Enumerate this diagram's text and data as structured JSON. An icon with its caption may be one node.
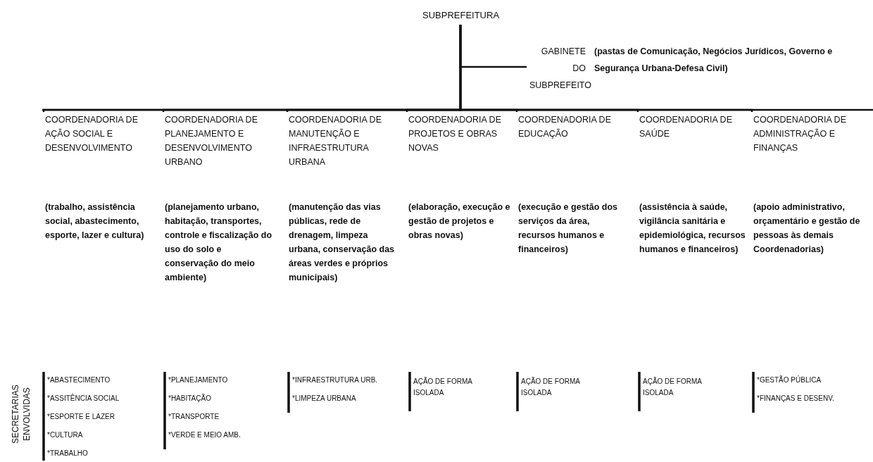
{
  "diagram": {
    "nodes": [
      {
        "text": [
          "SUBPREFEITURA"
        ]
      },
      {
        "text": [
          "GABINETE DO SUBPREFEITO",
          "(pastas de Comunicação, Negócios Jurídicos, Governo e Segurança Urbana-Defesa Civil)"
        ]
      },
      {
        "text": [
          "COORDENADORIA DE AÇÃO SOCIAL E DESENVOLVIMENTO",
          "(trabalho, assistência social, abastecimento, esporte, lazer e cultura)"
        ]
      },
      {
        "text": [
          "COORDENADORIA DE PLANEJAMENTO E DESENVOLVIMENTO URBANO",
          "(planejamento urbano, habitação, transportes, controle e fiscalização do uso do solo e conservação do meio ambiente)"
        ]
      },
      {
        "text": [
          "COORDENADORIA DE MANUTENÇÃO E INFRAESTRUTURA URBANA",
          "(manutenção das vias públicas, rede de drenagem, limpeza urbana, conservação das áreas verdes e próprios municipais)"
        ]
      },
      {
        "text": [
          "COORDENADORIA DE PROJETOS E OBRAS NOVAS",
          "(elaboração, execução e gestão de projetos e obras novas)"
        ]
      },
      {
        "text": [
          "COORDENADORIA DE EDUCAÇÃO",
          "(execução e gestão dos serviços da área, recursos humanos e financeiros)"
        ]
      },
      {
        "text": [
          "COORDENADORIA DE SAÚDE",
          "(assistência à saúde, vigilância sanitária e epidemiológica, recursos humanos e financeiros)"
        ]
      },
      {
        "text": [
          "COORDENADORIA DE ADMINISTRAÇÃO E FINANÇAS",
          "(apoio administrativo, orçamentário e gestão de pessoas às demais Coordenadorias)"
        ]
      }
    ],
    "edges": [
      {
        "from": 0,
        "to": 1,
        "arrow": "none"
      },
      {
        "from": 0,
        "to": 2,
        "arrow": "none"
      },
      {
        "from": 0,
        "to": 3,
        "arrow": "none"
      },
      {
        "from": 0,
        "to": 4,
        "arrow": "none"
      },
      {
        "from": 0,
        "to": 5,
        "arrow": "none"
      },
      {
        "from": 0,
        "to": 6,
        "arrow": "none"
      },
      {
        "from": 0,
        "to": 7,
        "arrow": "none"
      },
      {
        "from": 0,
        "to": 8,
        "arrow": "none"
      }
    ],
    "labels": [
      "SECRETARIAS ENVOLVIDAS",
      "*ABASTECIMENTO",
      "*ASSITÊNCIA SOCIAL",
      "*ESPORTE E LAZER",
      "*CULTURA",
      "*TRABALHO",
      "*PLANEJAMENTO",
      "*HABITAÇÃO",
      "*TRANSPORTE",
      "*VERDE E MEIO AMB.",
      "*INFRAESTRUTURA URB.",
      "*LIMPEZA URBANA",
      "AÇÃO DE FORMA ISOLADA",
      "AÇÃO DE FORMA ISOLADA",
      "AÇÃO DE FORMA ISOLADA",
      "*GESTÃO PÚBLICA",
      "*FINANÇAS E DESENV."
    ]
  }
}
